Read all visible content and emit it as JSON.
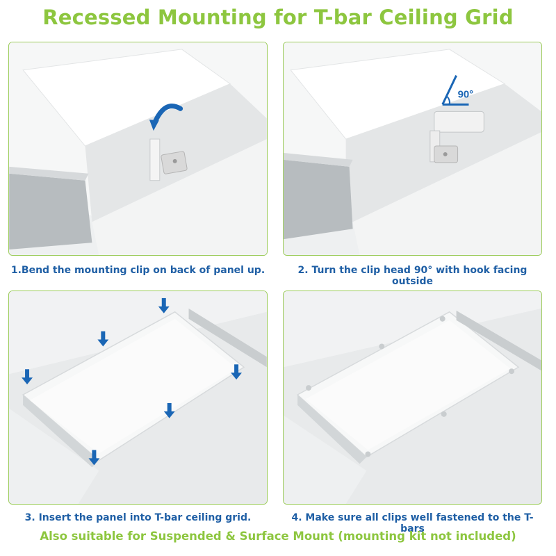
{
  "title": "Recessed Mounting for T-bar Ceiling Grid",
  "steps": [
    {
      "caption": "1.Bend the mounting clip on back of panel up."
    },
    {
      "caption": "2. Turn the clip head 90° with hook facing outside",
      "angle_label": "90°"
    },
    {
      "caption": "3. Insert the panel into T-bar ceiling grid."
    },
    {
      "caption": "4. Make sure all clips well fastened to the T-bars"
    }
  ],
  "footer": "Also suitable for Suspended & Surface Mount (mounting kit not included)",
  "colors": {
    "accent_green": "#8dc63f",
    "caption_blue": "#1f5fa5",
    "arrow_blue": "#1a66b5"
  }
}
